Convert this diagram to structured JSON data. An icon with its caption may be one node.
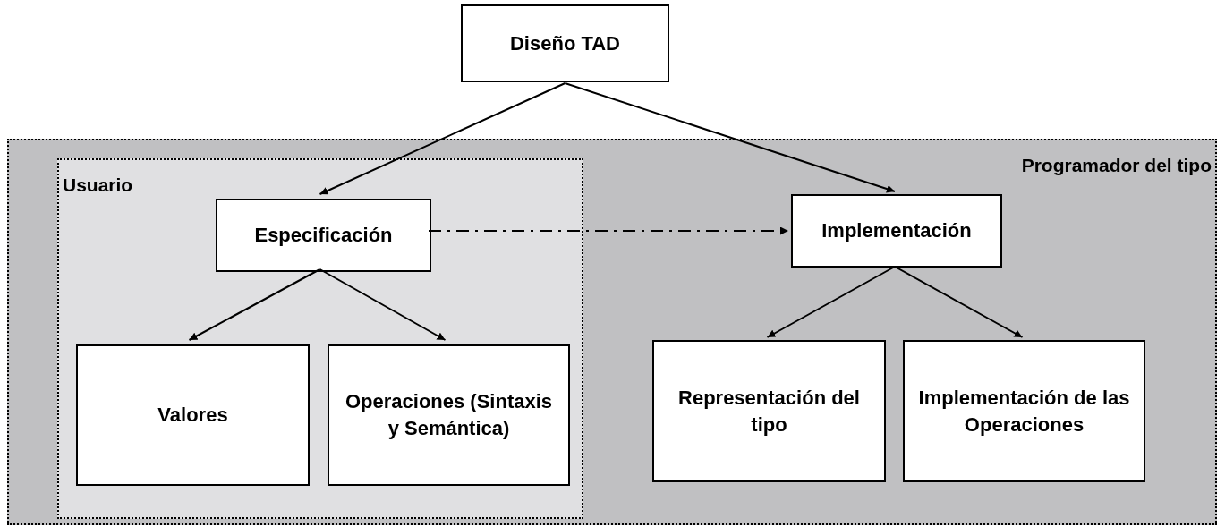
{
  "diagram": {
    "nodes": [
      {
        "text": [
          "Diseño TAD"
        ]
      },
      {
        "text": [
          "Programador del tipo"
        ]
      },
      {
        "text": [
          "Usuario"
        ],
        "in": 1
      },
      {
        "text": [
          "Especificación"
        ],
        "in": 2
      },
      {
        "text": [
          "Implementación"
        ],
        "in": 1
      },
      {
        "text": [
          "Valores"
        ],
        "in": 2
      },
      {
        "text": [
          "Operaciones (Sintaxis y Semántica)"
        ],
        "in": 2
      },
      {
        "text": [
          "Representación del tipo"
        ],
        "in": 1
      },
      {
        "text": [
          "Implementación de las Operaciones"
        ],
        "in": 1
      }
    ],
    "edges": [
      {
        "from": 0,
        "to": 3,
        "arrow": "to"
      },
      {
        "from": 0,
        "to": 4,
        "arrow": "to"
      },
      {
        "from": 3,
        "to": 4,
        "arrow": "to",
        "style": "dashed"
      },
      {
        "from": 3,
        "to": 5,
        "arrow": "to"
      },
      {
        "from": 3,
        "to": 6,
        "arrow": "to"
      },
      {
        "from": 4,
        "to": 7,
        "arrow": "to"
      },
      {
        "from": 4,
        "to": 8,
        "arrow": "to"
      }
    ]
  }
}
